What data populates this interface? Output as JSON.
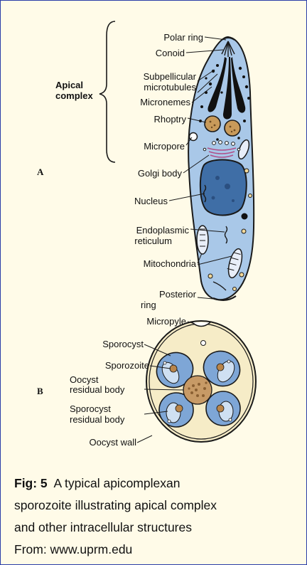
{
  "colors": {
    "background": "#fffbe8",
    "border": "#2a3da8",
    "cell_fill": "#a9c8e8",
    "nucleus_fill": "#3f6ea6",
    "dark_organelle": "#111111",
    "granule": "#c89a5a",
    "oocyst_fill": "#f6ecc7"
  },
  "panel_a": {
    "letter": "A",
    "bracket_label_line1": "Apical",
    "bracket_label_line2": "complex",
    "labels": {
      "polar_ring": "Polar ring",
      "conoid": "Conoid",
      "subpellicular_1": "Subpellicular",
      "subpellicular_2": "microtubules",
      "micronemes": "Micronemes",
      "rhoptry": "Rhoptry",
      "micropore": "Micropore",
      "golgi": "Golgi body",
      "nucleus": "Nucleus",
      "er_1": "Endoplasmic",
      "er_2": "reticulum",
      "mitochondria": "Mitochondria",
      "posterior_1": "Posterior",
      "posterior_2": "ring"
    }
  },
  "panel_b": {
    "letter": "B",
    "labels": {
      "micropyle": "Micropyle",
      "sporocyst": "Sporocyst",
      "sporozoite": "Sporozoite",
      "oocyst_residual_1": "Oocyst",
      "oocyst_residual_2": "residual body",
      "sporocyst_residual_1": "Sporocyst",
      "sporocyst_residual_2": "residual body",
      "oocyst_wall": "Oocyst wall"
    }
  },
  "caption": {
    "fig_num": "Fig: 5",
    "line1_rest": "A typical apicomplexan",
    "line2": "sporozoite illustrating apical complex",
    "line3": "and other intracellular structures",
    "line4": "From: www.uprm.edu"
  }
}
